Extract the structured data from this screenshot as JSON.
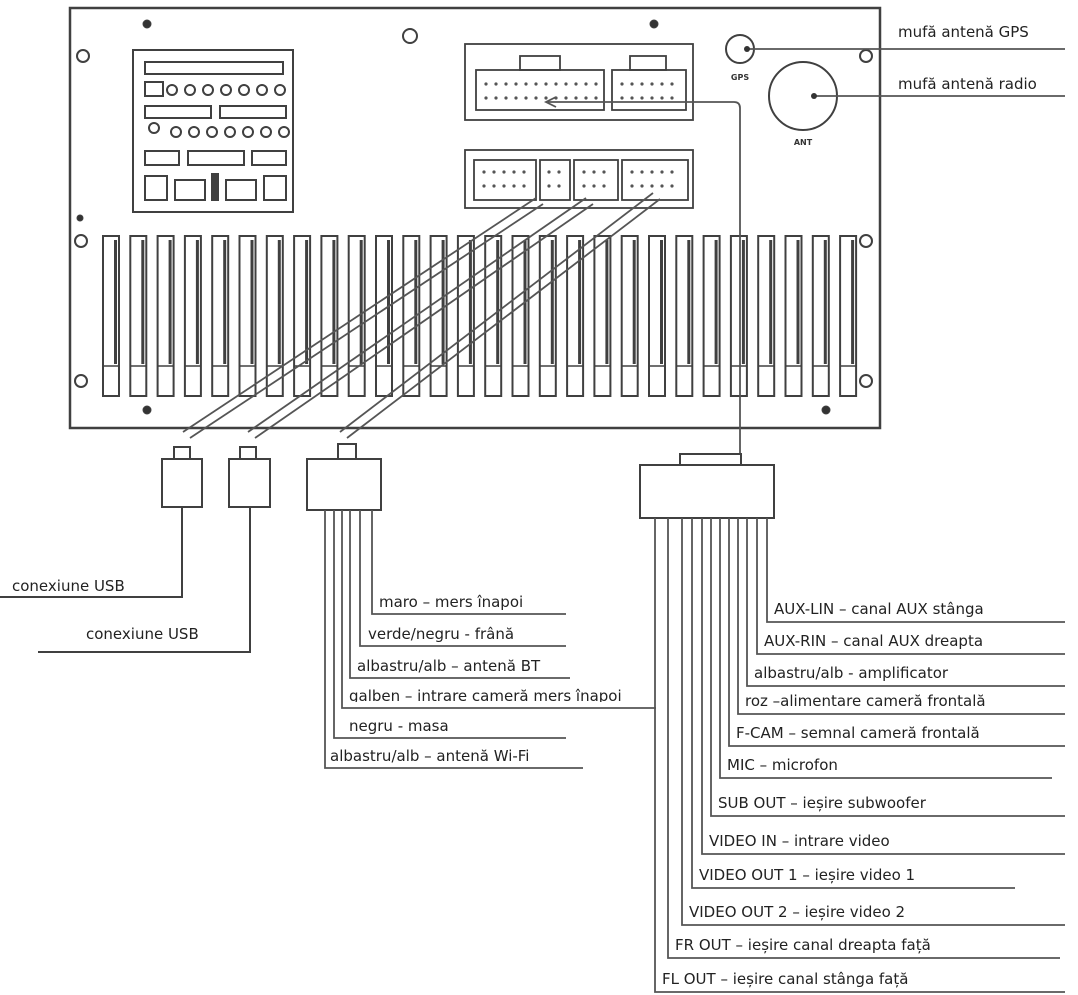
{
  "colors": {
    "line": "#555555",
    "unit": "#404040",
    "text": "#222222",
    "background": "#ffffff"
  },
  "unit": {
    "gps_port_label": "GPS",
    "ant_port_label": "ANT"
  },
  "top_labels": {
    "gps": "mufă antenă GPS",
    "radio": "mufă antenă radio"
  },
  "usb_labels": {
    "first": "conexiune USB",
    "second": "conexiune USB"
  },
  "left_harness": [
    "maro – mers înapoi",
    "verde/negru - frână",
    "albastru/alb – antenă BT",
    "galben – intrare cameră mers înapoi",
    "negru - masa",
    "albastru/alb – antenă Wi-Fi"
  ],
  "right_harness": [
    "AUX-LIN – canal AUX stânga",
    "AUX-RIN – canal AUX dreapta",
    "albastru/alb - amplificator",
    "roz –alimentare cameră frontală",
    "F-CAM – semnal cameră frontală",
    "MIC – microfon",
    "SUB OUT – ieșire subwoofer",
    "VIDEO IN – intrare video",
    "VIDEO OUT 1 – ieșire video 1",
    "VIDEO OUT 2 – ieșire video 2",
    "FR OUT – ieșire canal dreapta față",
    "FL OUT – ieșire canal stânga față"
  ]
}
